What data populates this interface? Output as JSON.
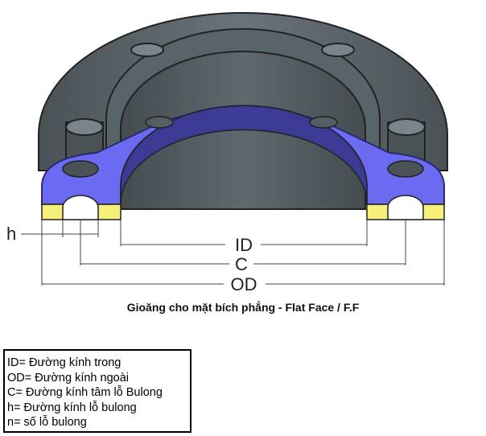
{
  "diagram": {
    "caption": "Gioăng cho mặt bích phẳng - Flat Face / F.F",
    "dimensions": {
      "h": "h",
      "id": "ID",
      "c": "C",
      "od": "OD"
    },
    "colors": {
      "flange": "#5a6468",
      "flange_dark": "#3c4447",
      "gasket": "#6b6bf2",
      "gasket_edge": "#3b3b96",
      "bolt_ring": "#f6f07a"
    },
    "icons": [
      "flange-icon"
    ]
  },
  "legend": {
    "items": [
      "ID= Đường kính trong",
      "OD= Đường kính ngoài",
      "C= Đường kính tâm lỗ Bulong",
      "h= Đường kính lỗ bulong",
      "n= số lỗ bulong"
    ]
  }
}
